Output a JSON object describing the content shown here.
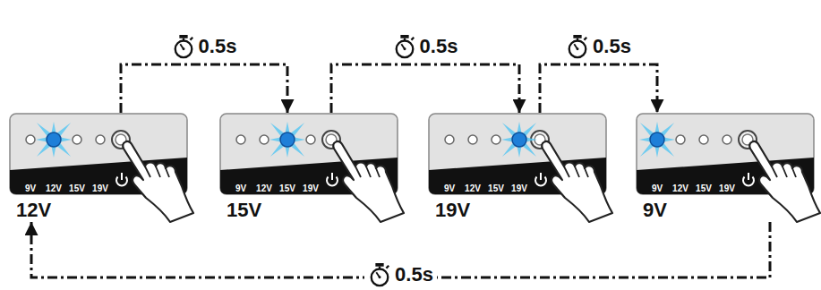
{
  "diagram": {
    "nodes": [
      {
        "text": [
          "9V",
          "12V",
          "15V",
          "19V",
          "12V"
        ]
      },
      {
        "text": [
          "9V",
          "12V",
          "15V",
          "19V",
          "15V"
        ]
      },
      {
        "text": [
          "9V",
          "12V",
          "15V",
          "19V",
          "19V"
        ]
      },
      {
        "text": [
          "9V",
          "12V",
          "15V",
          "19V",
          "9V"
        ]
      }
    ],
    "edges": [
      {
        "from": 0,
        "to": 1,
        "arrow": "to",
        "label": "0.5s"
      },
      {
        "from": 1,
        "to": 2,
        "arrow": "to",
        "label": "0.5s"
      },
      {
        "from": 2,
        "to": 3,
        "arrow": "to",
        "label": "0.5s"
      },
      {
        "from": 3,
        "to": 0,
        "arrow": "to",
        "label": "0.5s"
      }
    ]
  }
}
